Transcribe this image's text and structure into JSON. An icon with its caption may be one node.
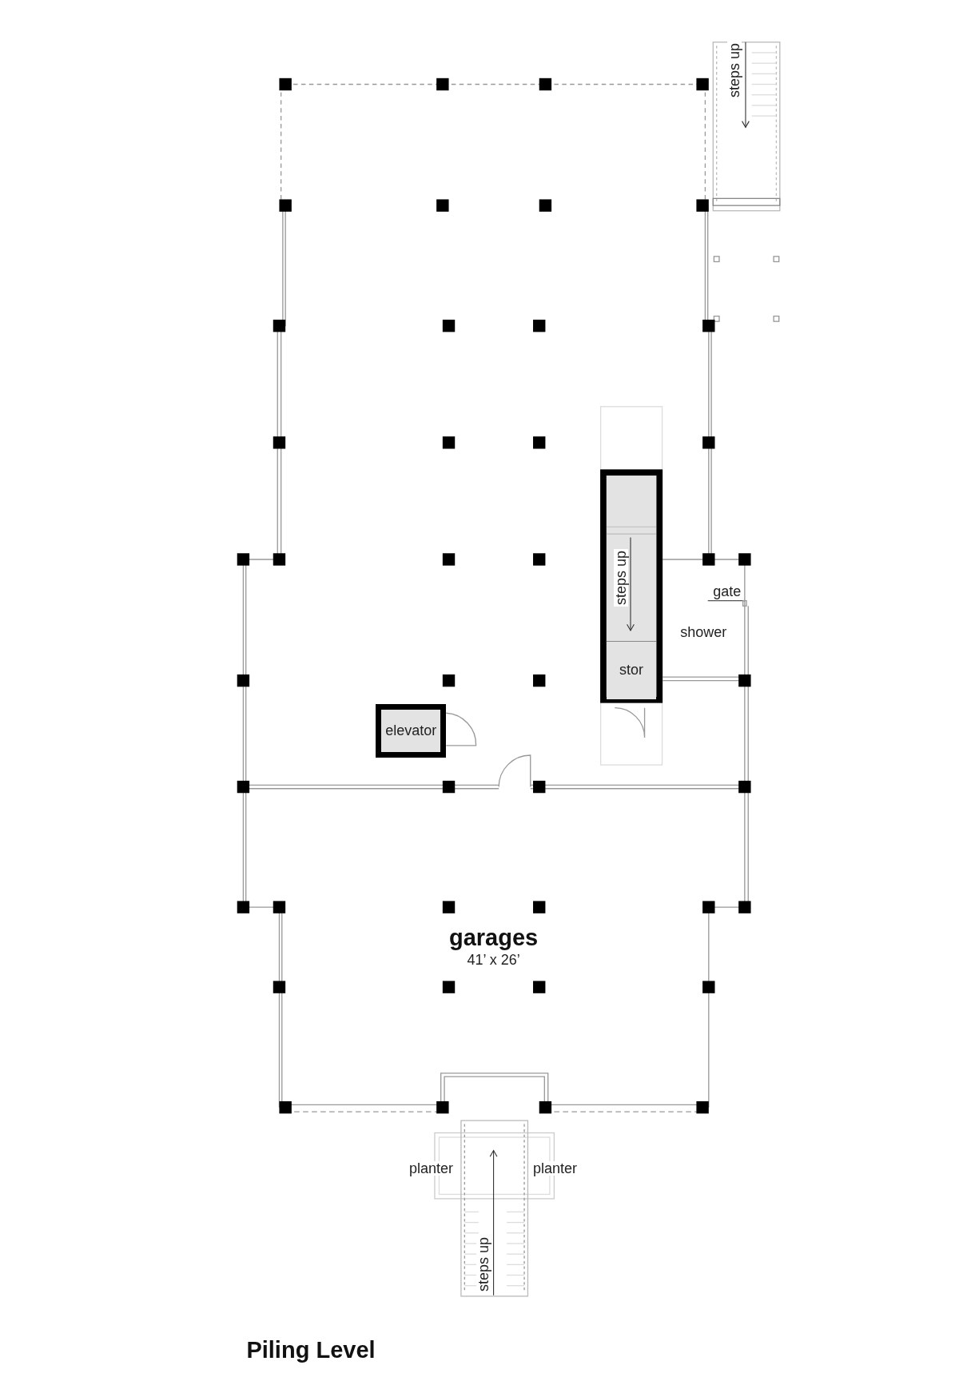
{
  "diagram": {
    "title": "Piling Level",
    "nodes": [
      {
        "text": [
          "elevator"
        ]
      },
      {
        "text": [
          "stor"
        ]
      }
    ],
    "labels": [
      "steps up",
      "steps up",
      "gate",
      "shower",
      "garages",
      "41’ x 26’",
      "planter",
      "planter",
      "steps up"
    ]
  }
}
